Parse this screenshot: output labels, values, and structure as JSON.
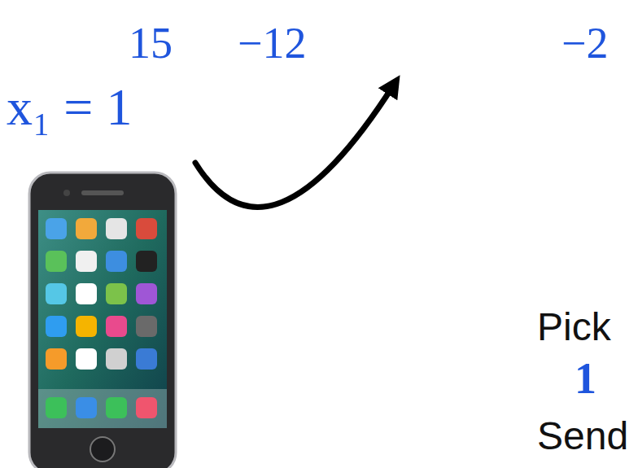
{
  "diagram": {
    "labels": [
      "15",
      "−12",
      "−2",
      "x₁ = 1",
      "Pick",
      "1",
      "Send"
    ]
  }
}
